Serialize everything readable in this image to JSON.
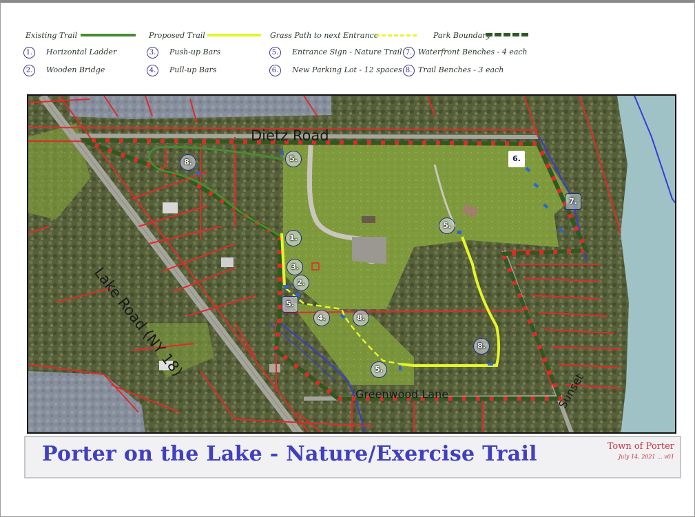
{
  "legend": {
    "existing_trail": "Existing Trail",
    "proposed_trail": "Proposed Trail",
    "grass_path": "Grass Path to next Entrance",
    "park_boundary": "Park Boundary",
    "items": [
      {
        "num": "1.",
        "label": "Horizontal Ladder"
      },
      {
        "num": "2.",
        "label": "Wooden Bridge"
      },
      {
        "num": "3.",
        "label": "Push-up Bars"
      },
      {
        "num": "4.",
        "label": "Pull-up Bars"
      },
      {
        "num": "5.",
        "label": "Entrance Sign - Nature Trail"
      },
      {
        "num": "6.",
        "label": "New Parking Lot - 12 spaces"
      },
      {
        "num": "7.",
        "label": "Waterfront Benches - 4 each"
      },
      {
        "num": "8.",
        "label": "Trail Benches - 3 each"
      }
    ],
    "colors": {
      "existing": "#4a8a32",
      "proposed": "#e4f52a",
      "grass": "#e4f52a",
      "boundary": "#2e5a22"
    }
  },
  "map": {
    "roads": {
      "dietz": "Dietz Road",
      "lake": "Lake Road (NY 18)",
      "greenwood": "Greenwood Lane",
      "sunset": "Sunset"
    },
    "markers": {
      "m1": "1.",
      "m2": "2.",
      "m3": "3.",
      "m4": "4.",
      "m5a": "5.",
      "m5b": "5.",
      "m5c": "5.",
      "m5d": "5.",
      "m6": "6.",
      "m7": "7.",
      "m8a": "8.",
      "m8b": "8.",
      "m8c": "8."
    },
    "colors": {
      "parcel": "#e02a2a",
      "water": "#9ec2c6",
      "lake_outline": "#3a3ad8"
    }
  },
  "footer": {
    "title": "Porter on the Lake - Nature/Exercise Trail",
    "org": "Town of Porter",
    "date": "July 14, 2021 ... v01"
  }
}
